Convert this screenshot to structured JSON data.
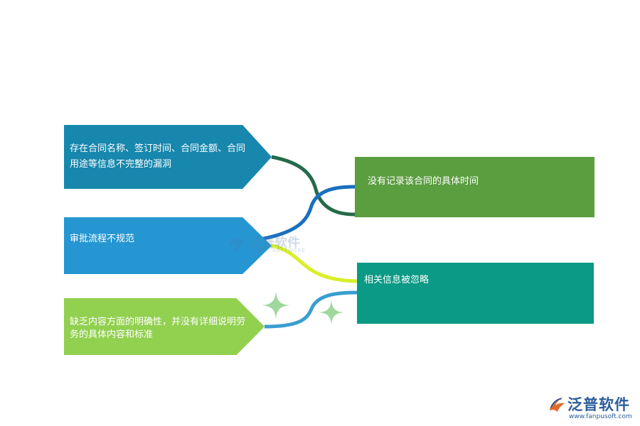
{
  "left_items": [
    {
      "text": "存在合同名称、签订时间、合同金额、合同用途等信息不完整的漏洞"
    },
    {
      "text": "审批流程不规范"
    },
    {
      "text": "缺乏内容方面的明确性，并没有详细说明劳务的具体内容和标准"
    }
  ],
  "right_items": [
    {
      "text": "没有记录该合同的具体时间"
    },
    {
      "text": "相关信息被忽略"
    }
  ],
  "watermark": {
    "text": "泛普软件",
    "sub": "FANPU SOFTWARE"
  },
  "brand": {
    "name": "泛普软件",
    "url": "www.fanpusoft.com"
  },
  "colors": {
    "left1": "#1787ad",
    "left2": "#2596d1",
    "left3": "#92d050",
    "right1": "#5b9e40",
    "right2": "#0a9a85",
    "link_dark_green": "#236b4a",
    "link_blue": "#1a6fbf",
    "link_yellow": "#d9ef2a",
    "link_light_blue": "#3a9ecf",
    "sparkle": "#9fd89c"
  }
}
